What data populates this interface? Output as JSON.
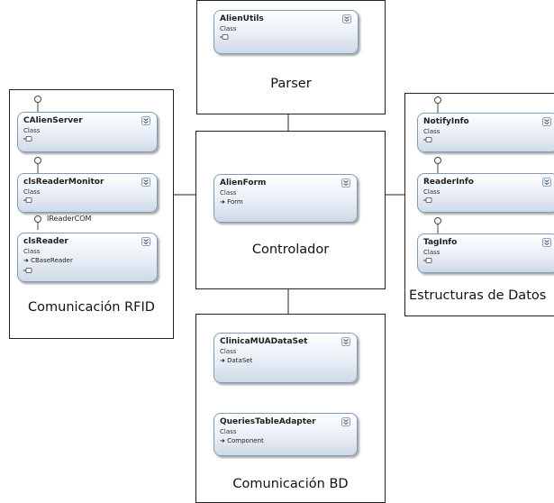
{
  "packages": {
    "parser": {
      "label": "Parser",
      "classes": [
        {
          "name": "AlienUtils",
          "stereotype": "Class"
        }
      ]
    },
    "rfid": {
      "label": "Comunicación RFID",
      "classes": [
        {
          "name": "CAlienServer",
          "stereotype": "Class"
        },
        {
          "name": "clsReaderMonitor",
          "stereotype": "Class"
        },
        {
          "name": "clsReader",
          "stereotype": "Class",
          "base": "CBaseReader"
        }
      ],
      "interface_label": "IReaderCOM"
    },
    "controlador": {
      "label": "Controlador",
      "classes": [
        {
          "name": "AlienForm",
          "stereotype": "Class",
          "base": "Form"
        }
      ]
    },
    "estructuras": {
      "label": "Estructuras de Datos",
      "classes": [
        {
          "name": "NotifyInfo",
          "stereotype": "Class"
        },
        {
          "name": "ReaderInfo",
          "stereotype": "Class"
        },
        {
          "name": "TagInfo",
          "stereotype": "Class"
        }
      ]
    },
    "bd": {
      "label": "Comunicación BD",
      "classes": [
        {
          "name": "ClinicaMUADataSet",
          "stereotype": "Class",
          "base": "DataSet"
        },
        {
          "name": "QueriesTableAdapter",
          "stereotype": "Class",
          "base": "Component"
        }
      ]
    }
  },
  "colors": {
    "class_border": "#7f9db9",
    "class_fill_top": "#ffffff",
    "class_fill_bottom": "#cfd9e8",
    "package_border": "#222222"
  }
}
